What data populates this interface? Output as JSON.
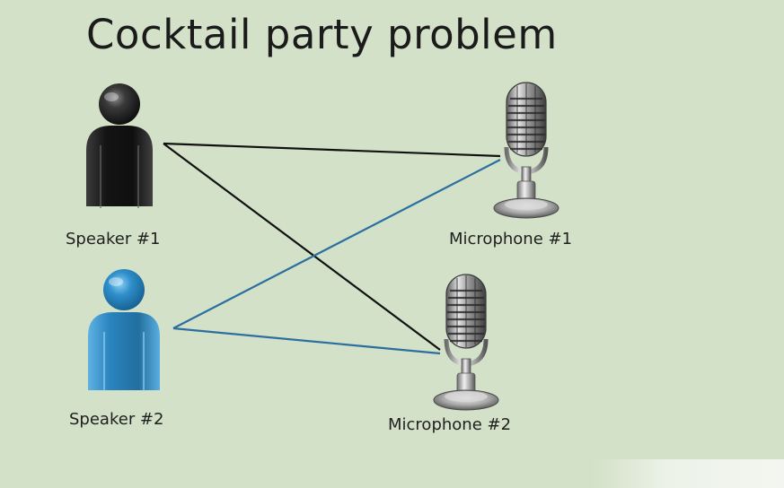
{
  "title": "Cocktail party problem",
  "speakers": [
    {
      "label": "Speaker #1",
      "icon": "person-icon",
      "color": "#1e1e1e"
    },
    {
      "label": "Speaker #2",
      "icon": "person-icon",
      "color": "#2b7fb5"
    }
  ],
  "microphones": [
    {
      "label": "Microphone #1",
      "icon": "microphone-icon"
    },
    {
      "label": "Microphone #2",
      "icon": "microphone-icon"
    }
  ],
  "connections": [
    {
      "from": "Speaker #1",
      "to": "Microphone #1",
      "color": "#111111"
    },
    {
      "from": "Speaker #1",
      "to": "Microphone #2",
      "color": "#111111"
    },
    {
      "from": "Speaker #2",
      "to": "Microphone #1",
      "color": "#2a6f9e"
    },
    {
      "from": "Speaker #2",
      "to": "Microphone #2",
      "color": "#2a6f9e"
    }
  ],
  "colors": {
    "background": "#d3e1c8",
    "speaker_1": "#1e1e1e",
    "speaker_2": "#2b7fb5",
    "line_speaker_1": "#111111",
    "line_speaker_2": "#2a6f9e"
  }
}
